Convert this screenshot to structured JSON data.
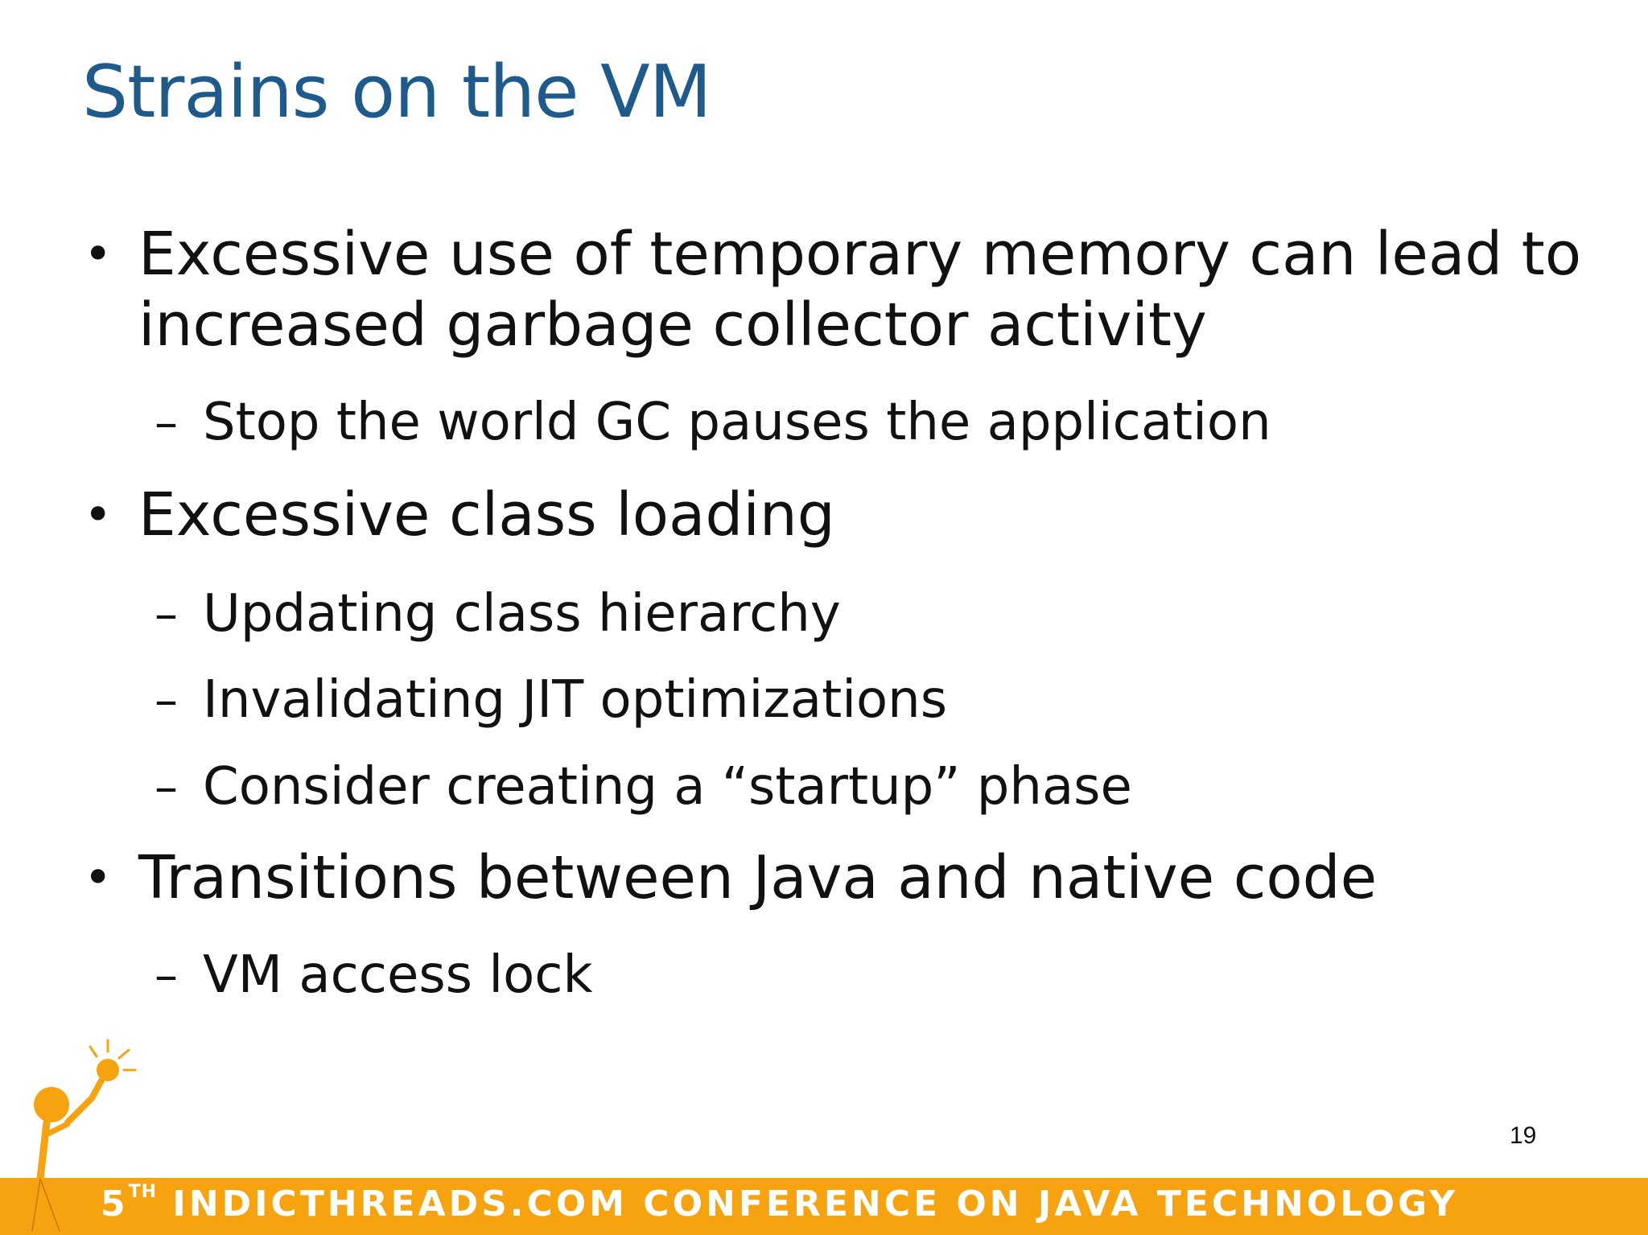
{
  "slide": {
    "title": "Strains on the VM",
    "bullets": [
      {
        "text": "Excessive use of temporary memory can lead to increased garbage collector activity",
        "subs": [
          "Stop the world GC pauses the application"
        ]
      },
      {
        "text": "Excessive class loading",
        "subs": [
          "Updating class hierarchy",
          "Invalidating JIT optimizations",
          "Consider creating a “startup” phase"
        ]
      },
      {
        "text": "Transitions between Java and native code",
        "subs": [
          "VM access lock"
        ]
      }
    ],
    "bullet_glyph": "•",
    "sub_glyph": "–",
    "page_number": "19"
  },
  "footer": {
    "ordinal_number": "5",
    "ordinal_suffix": "TH",
    "label": "IndicThreads.com Conference On Java Technology"
  },
  "colors": {
    "title": "#1e5a8c",
    "footer_bar": "#f7a30f",
    "body_text": "#111111"
  },
  "icons": {
    "mascot": "stick-figure-holding-lightbulb-logo"
  }
}
